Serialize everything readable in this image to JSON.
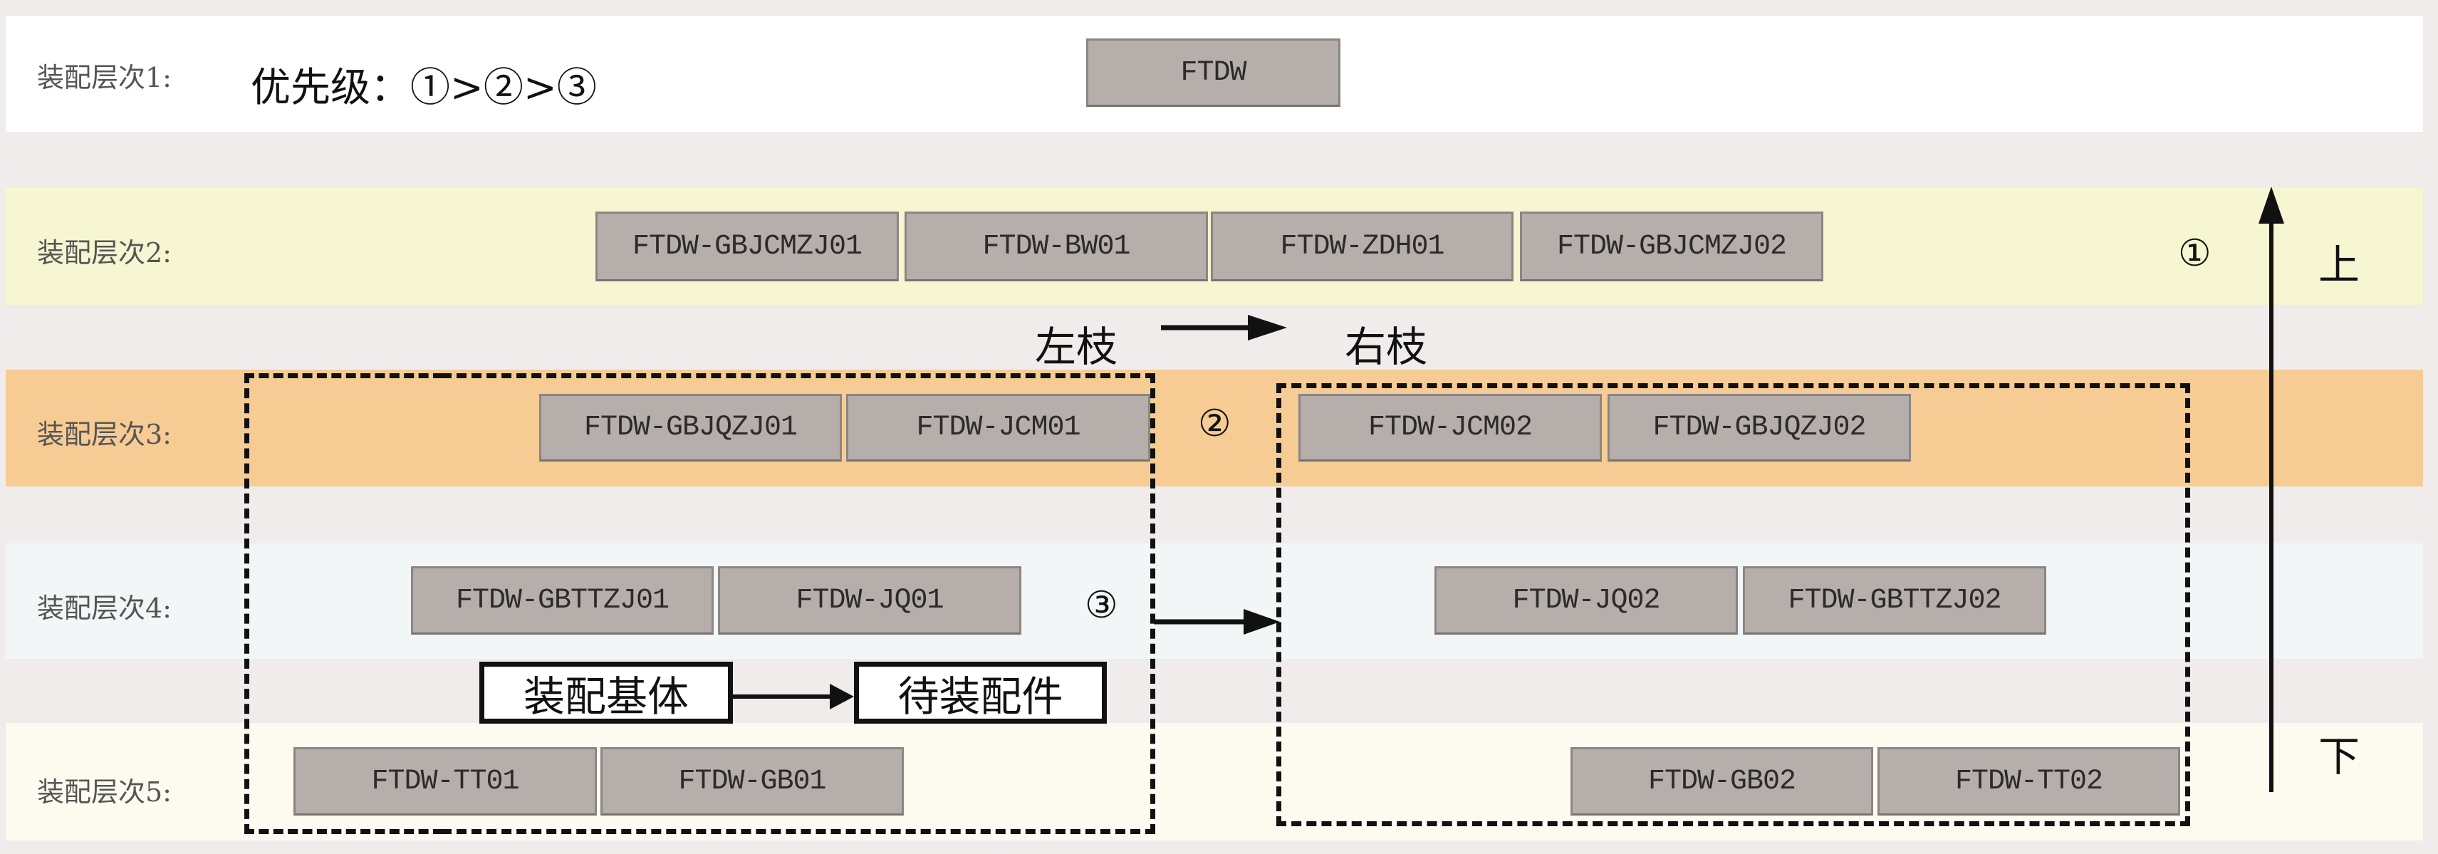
{
  "priority_note": "优先级：①>②>③",
  "levels": [
    {
      "label": "装配层次1:",
      "color": "#ffffff",
      "nodes": [
        "FTDW"
      ]
    },
    {
      "label": "装配层次2:",
      "color": "#f6f6d2",
      "nodes": [
        "FTDW-GBJCMZJ01",
        "FTDW-BW01",
        "FTDW-ZDH01",
        "FTDW-GBJCMZJ02"
      ]
    },
    {
      "label": "装配层次3:",
      "color": "#f6cc94",
      "nodes": [
        "FTDW-GBJQZJ01",
        "FTDW-JCM01",
        "FTDW-JCM02",
        "FTDW-GBJQZJ02"
      ]
    },
    {
      "label": "装配层次4:",
      "color": "#f2f6f6",
      "nodes": [
        "FTDW-GBTTZJ01",
        "FTDW-JQ01",
        "FTDW-JQ02",
        "FTDW-GBTTZJ02"
      ]
    },
    {
      "label": "装配层次5:",
      "color": "#fdfbef",
      "nodes": [
        "FTDW-TT01",
        "FTDW-GB01",
        "FTDW-GB02",
        "FTDW-TT02"
      ]
    }
  ],
  "branch": {
    "left": "左枝",
    "right": "右枝"
  },
  "markers": {
    "one": "①",
    "two": "②",
    "three": "③"
  },
  "direction": {
    "up": "上",
    "down": "下"
  },
  "legend": {
    "base": "装配基体",
    "part": "待装配件"
  }
}
